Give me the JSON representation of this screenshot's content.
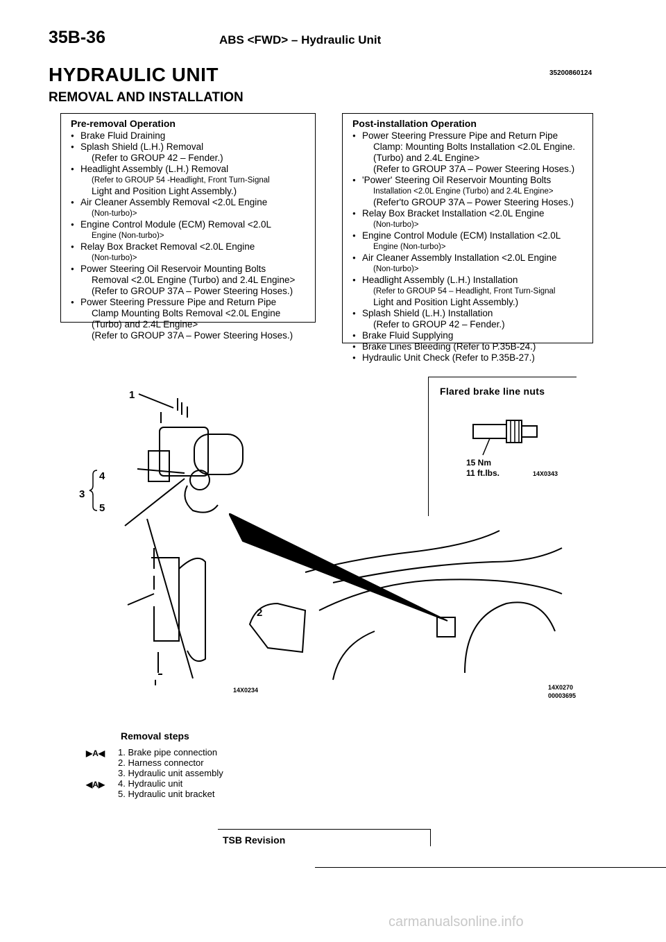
{
  "header": {
    "page_number": "35B-36",
    "title": "ABS <FWD> – Hydraulic Unit",
    "section_title": "HYDRAULIC UNIT",
    "code": "35200860124",
    "subtitle": "REMOVAL AND INSTALLATION"
  },
  "pre_removal": {
    "heading": "Pre-removal Operation",
    "items": [
      {
        "text": "Brake Fluid Draining",
        "type": "bullet"
      },
      {
        "text": "Splash Shield (L.H.) Removal",
        "type": "bullet"
      },
      {
        "text": "(Refer to GROUP 42 – Fender.)",
        "type": "cont"
      },
      {
        "text": "Headlight Assembly (L.H.) Removal",
        "type": "bullet"
      },
      {
        "text": "(Refer to GROUP 54 -Headlight, Front Turn-Signal",
        "type": "cont-small"
      },
      {
        "text": "Light and Position Light Assembly.)",
        "type": "cont"
      },
      {
        "text": "Air Cleaner Assembly Removal <2.0L Engine",
        "type": "bullet"
      },
      {
        "text": "(Non-turbo)>",
        "type": "cont-small"
      },
      {
        "text": "Engine Control Module (ECM) Removal <2.0L",
        "type": "bullet"
      },
      {
        "text": "Engine (Non-turbo)>",
        "type": "cont-small"
      },
      {
        "text": "Relay Box Bracket Removal <2.0L Engine",
        "type": "bullet"
      },
      {
        "text": "(Non-turbo)>",
        "type": "cont-small"
      },
      {
        "text": "Power Steering Oil Reservoir Mounting Bolts",
        "type": "bullet"
      },
      {
        "text": "Removal <2.0L Engine (Turbo) and 2.4L Engine>",
        "type": "cont"
      },
      {
        "text": "(Refer to GROUP 37A – Power Steering Hoses.)",
        "type": "cont"
      },
      {
        "text": "Power Steering Pressure Pipe and Return Pipe",
        "type": "bullet"
      },
      {
        "text": "Clamp Mounting Bolts Removal <2.0L Engine",
        "type": "cont"
      },
      {
        "text": "(Turbo) and 2.4L Engine>",
        "type": "cont"
      },
      {
        "text": "(Refer to GROUP 37A – Power Steering Hoses.)",
        "type": "cont"
      }
    ]
  },
  "post_install": {
    "heading": "Post-installation Operation",
    "items": [
      {
        "text": "Power Steering Pressure Pipe and Return Pipe",
        "type": "bullet"
      },
      {
        "text": "Clamp: Mounting Bolts Installation <2.0L Engine.",
        "type": "cont"
      },
      {
        "text": "(Turbo) and 2.4L Engine>",
        "type": "cont"
      },
      {
        "text": "(Refer to GROUP 37A – Power Steering Hoses.)",
        "type": "cont"
      },
      {
        "text": "'Power' Steering Oil Reservoir Mounting Bolts",
        "type": "bullet"
      },
      {
        "text": "Installation <2.0L Engine (Turbo) and 2.4L Engine>",
        "type": "cont-small"
      },
      {
        "text": "(Refer'to GROUP 37A – Power Steering Hoses.)",
        "type": "cont"
      },
      {
        "text": "Relay Box Bracket Installation <2.0L Engine",
        "type": "bullet"
      },
      {
        "text": "(Non-turbo)>",
        "type": "cont-small"
      },
      {
        "text": "Engine Control Module (ECM) Installation <2.0L",
        "type": "bullet"
      },
      {
        "text": "Engine (Non-turbo)>",
        "type": "cont-small"
      },
      {
        "text": "Air Cleaner Assembly Installation <2.0L Engine",
        "type": "bullet"
      },
      {
        "text": "(Non-turbo)>",
        "type": "cont-small"
      },
      {
        "text": "Headlight Assembly (L.H.) Installation",
        "type": "bullet"
      },
      {
        "text": "(Refer to GROUP 54 – Headlight, Front Turn-Signal",
        "type": "cont-small"
      },
      {
        "text": "Light and Position Light Assembly.)",
        "type": "cont"
      },
      {
        "text": "Splash Shield (L.H.) Installation",
        "type": "bullet"
      },
      {
        "text": "(Refer to GROUP 42 – Fender.)",
        "type": "cont"
      },
      {
        "text": "Brake Fluid Supplying",
        "type": "bullet"
      },
      {
        "text": "Brake Lines Bleeding (Refer to P.35B-24.)",
        "type": "bullet"
      },
      {
        "text": "Hydraulic Unit Check (Refer to P.35B-27.)",
        "type": "bullet"
      }
    ]
  },
  "diagram": {
    "callout_title": "Flared brake line nuts",
    "torque_nm": "15 Nm",
    "torque_ftlbs": "11 ft.lbs.",
    "code_callout": "14X0343",
    "code_left": "14X0234",
    "code_right1": "14X0270",
    "code_right2": "00003695",
    "labels": {
      "n1": "1",
      "n2": "2",
      "n3": "3",
      "n4": "4",
      "n5": "5"
    }
  },
  "removal_steps": {
    "title": "Removal steps",
    "mark_a": "A",
    "steps": [
      "1. Brake pipe connection",
      "2. Harness connector",
      "3. Hydraulic unit assembly",
      "4. Hydraulic unit",
      "5. Hydraulic unit bracket"
    ]
  },
  "footer": {
    "tsb_label": "TSB Revision",
    "watermark": "carmanualsonline.info"
  }
}
